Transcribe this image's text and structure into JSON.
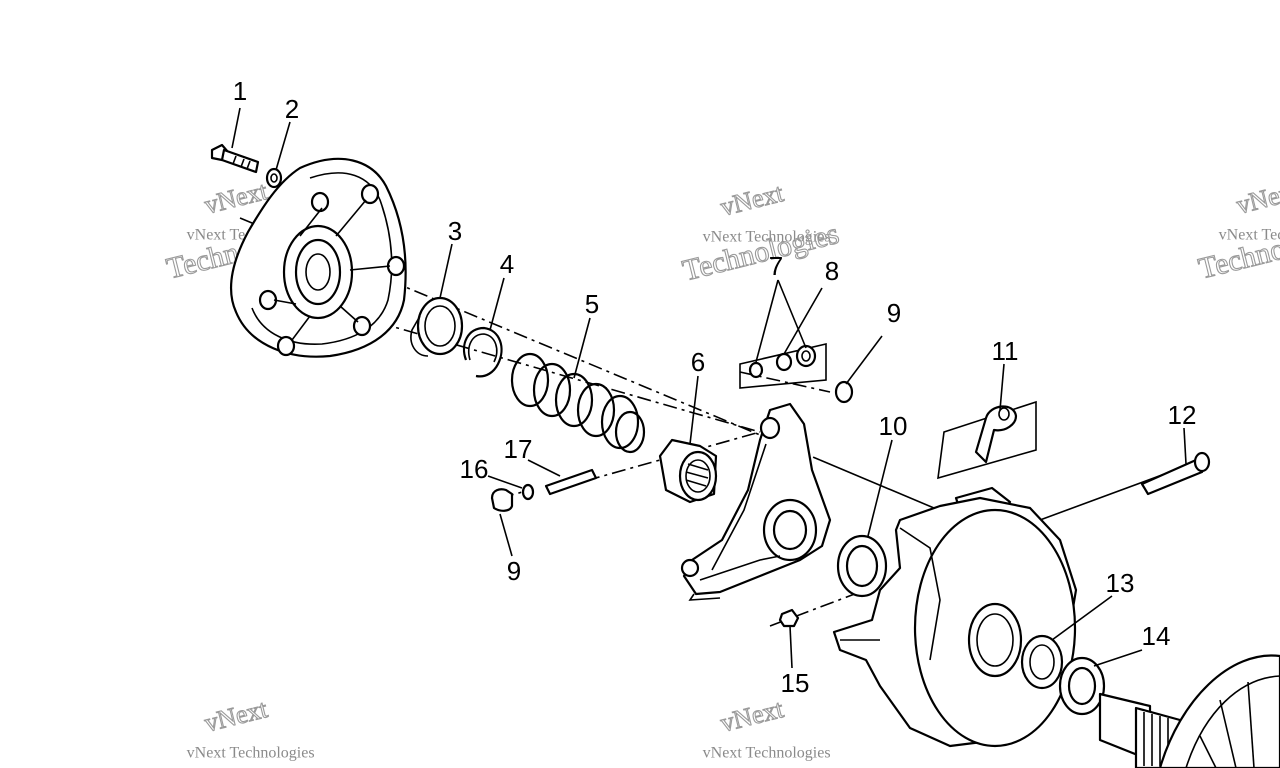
{
  "callouts": [
    {
      "id": "1",
      "label": "1"
    },
    {
      "id": "2",
      "label": "2"
    },
    {
      "id": "3",
      "label": "3"
    },
    {
      "id": "4",
      "label": "4"
    },
    {
      "id": "5",
      "label": "5"
    },
    {
      "id": "6",
      "label": "6"
    },
    {
      "id": "7",
      "label": "7"
    },
    {
      "id": "8",
      "label": "8"
    },
    {
      "id": "9a",
      "label": "9"
    },
    {
      "id": "9b",
      "label": "9"
    },
    {
      "id": "10",
      "label": "10"
    },
    {
      "id": "11",
      "label": "11"
    },
    {
      "id": "12",
      "label": "12"
    },
    {
      "id": "13",
      "label": "13"
    },
    {
      "id": "14",
      "label": "14"
    },
    {
      "id": "15",
      "label": "15"
    },
    {
      "id": "16",
      "label": "16"
    },
    {
      "id": "17",
      "label": "17"
    }
  ],
  "watermark": {
    "line1": "vNext Technologies",
    "logo1": "vNext",
    "logo2": "Technologies"
  },
  "colors": {
    "ink": "#000000",
    "watermark": "#9a9a9a",
    "background": "#ffffff"
  }
}
